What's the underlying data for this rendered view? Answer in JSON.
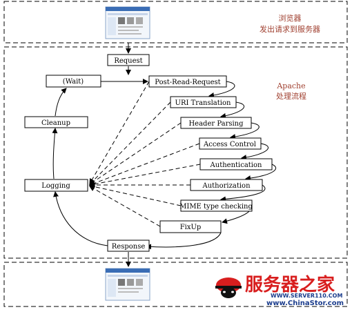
{
  "browser_section": {
    "label_line1": "浏览器",
    "label_line2": "发出请求到服务器"
  },
  "apache_section": {
    "label_line1": "Apache",
    "label_line2": "处理流程"
  },
  "nodes": {
    "request": "Request",
    "wait": "(Wait)",
    "post_read_request": "Post-Read-Request",
    "uri_translation": "URI Translation",
    "header_parsing": "Header Parsing",
    "access_control": "Access Control",
    "authentication": "Authentication",
    "authorization": "Authorization",
    "mime_type_checking": "MIME type checking",
    "fixup": "FixUp",
    "response": "Response",
    "cleanup": "Cleanup",
    "logging": "Logging"
  },
  "watermark": {
    "brand": "服务器之家",
    "url1": "WWW.SERVER110.COM",
    "url2": "www.ChinaStor.com"
  },
  "colors": {
    "line": "#000000",
    "section_label": "#a04030",
    "watermark_red": "#d81e1e",
    "watermark_blue": "#1a3c8c"
  }
}
